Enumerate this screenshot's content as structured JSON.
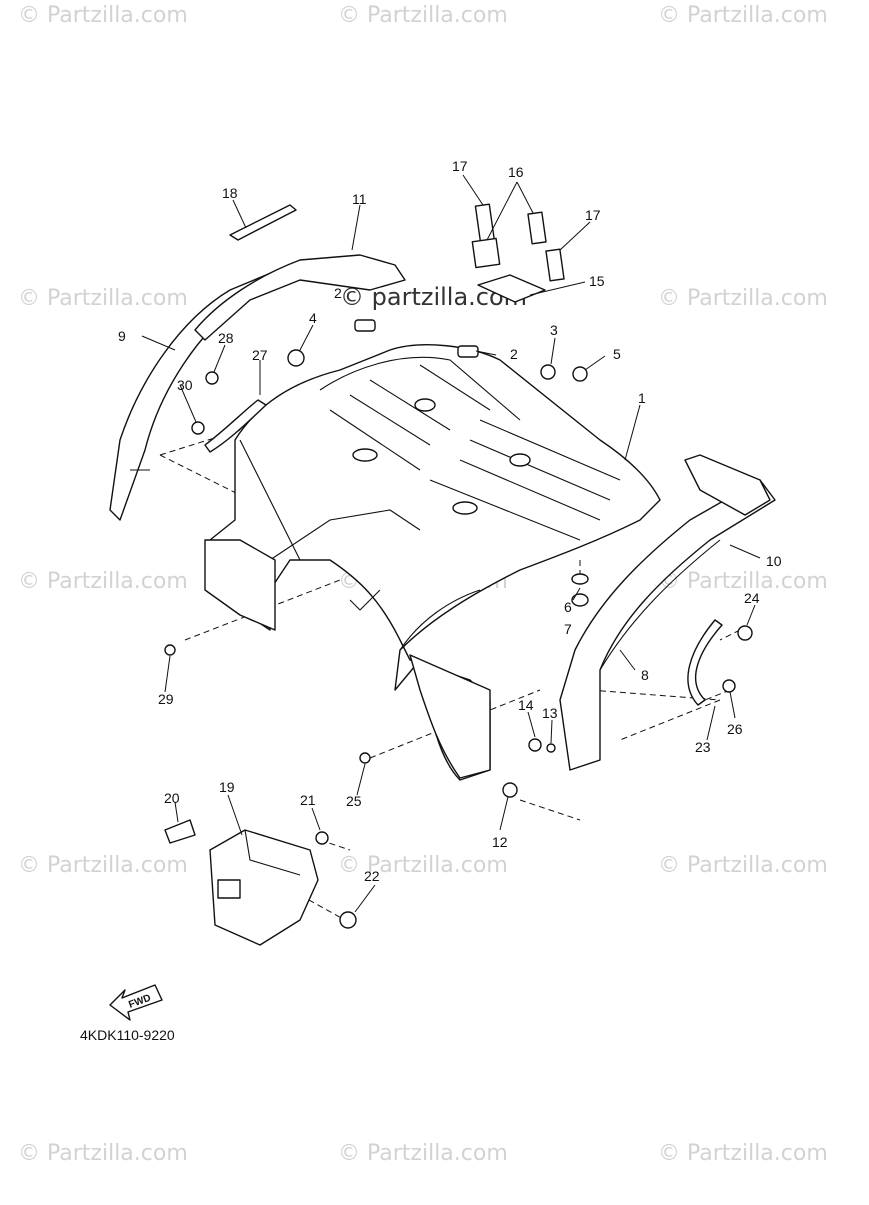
{
  "diagram": {
    "code": "4KDK110-9220",
    "fwd_label": "FWD",
    "watermark": "© Partzilla.com",
    "watermark_center": "© partzilla.com"
  },
  "callouts": [
    {
      "id": "1",
      "label": "1"
    },
    {
      "id": "2a",
      "label": "2"
    },
    {
      "id": "2b",
      "label": "2"
    },
    {
      "id": "3",
      "label": "3"
    },
    {
      "id": "4",
      "label": "4"
    },
    {
      "id": "5",
      "label": "5"
    },
    {
      "id": "6",
      "label": "6"
    },
    {
      "id": "7",
      "label": "7"
    },
    {
      "id": "8",
      "label": "8"
    },
    {
      "id": "9",
      "label": "9"
    },
    {
      "id": "10",
      "label": "10"
    },
    {
      "id": "11",
      "label": "11"
    },
    {
      "id": "12",
      "label": "12"
    },
    {
      "id": "13",
      "label": "13"
    },
    {
      "id": "14",
      "label": "14"
    },
    {
      "id": "15",
      "label": "15"
    },
    {
      "id": "16",
      "label": "16"
    },
    {
      "id": "17a",
      "label": "17"
    },
    {
      "id": "17b",
      "label": "17"
    },
    {
      "id": "18",
      "label": "18"
    },
    {
      "id": "19",
      "label": "19"
    },
    {
      "id": "20",
      "label": "20"
    },
    {
      "id": "21",
      "label": "21"
    },
    {
      "id": "22",
      "label": "22"
    },
    {
      "id": "23",
      "label": "23"
    },
    {
      "id": "24",
      "label": "24"
    },
    {
      "id": "25",
      "label": "25"
    },
    {
      "id": "26",
      "label": "26"
    },
    {
      "id": "27",
      "label": "27"
    },
    {
      "id": "28",
      "label": "28"
    },
    {
      "id": "29",
      "label": "29"
    },
    {
      "id": "30",
      "label": "30"
    }
  ]
}
